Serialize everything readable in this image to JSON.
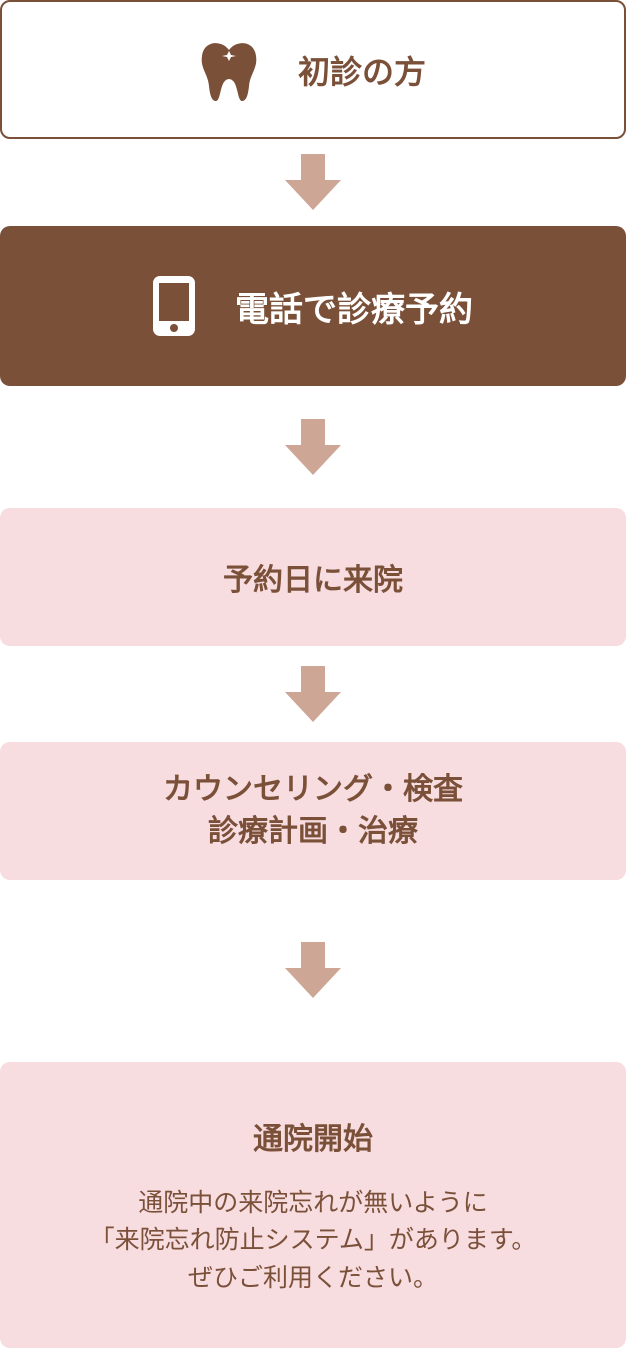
{
  "steps": [
    {
      "label": "初診の方",
      "icon": "tooth-icon"
    },
    {
      "label": "電話で診療予約",
      "icon": "smartphone-icon"
    },
    {
      "label": "予約日に来院"
    },
    {
      "line1": "カウンセリング・検査",
      "line2": "診療計画・治療"
    },
    {
      "title": "通院開始",
      "desc": [
        "通院中の来院忘れが無いように",
        "「来院忘れ防止システム」があります。",
        "ぜひご利用ください。"
      ]
    }
  ],
  "colors": {
    "brown": "#7b5039",
    "pink": "#f7dce0",
    "arrow": "#cda696"
  }
}
